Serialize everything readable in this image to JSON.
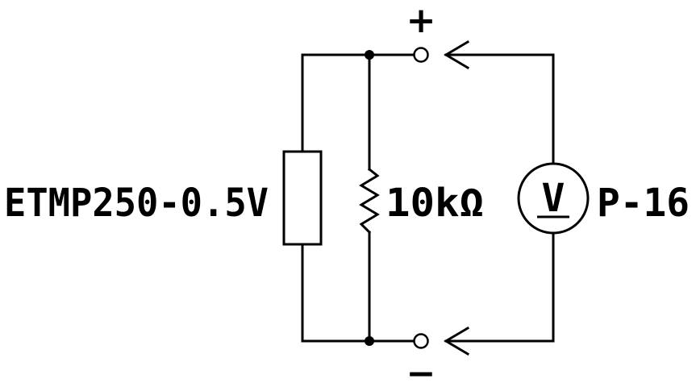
{
  "labels": {
    "device": "ETMP250-0.5V",
    "resistor": "10kΩ",
    "meter": "P-16",
    "meter_symbol": "V",
    "plus": "+",
    "minus": "−"
  }
}
